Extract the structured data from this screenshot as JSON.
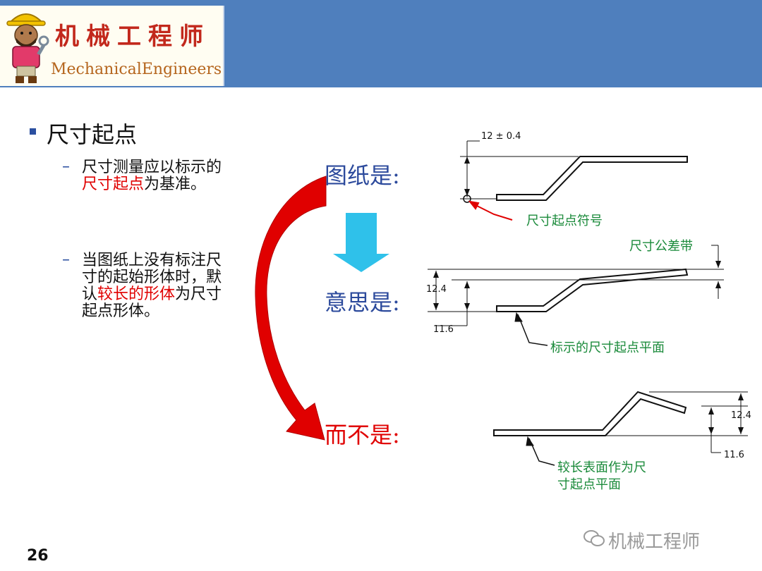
{
  "header": {
    "logo_cn": "机械工程师",
    "logo_en": "MechanicalEngineers"
  },
  "main": {
    "bullet_title": "尺寸起点",
    "sub1_pre": "尺寸测量应以标示的",
    "sub1_hl": "尺寸起点",
    "sub1_post": "为基准。",
    "sub2_pre": "当图纸上没有标注尺寸的起始形体时，默认",
    "sub2_hl": "较长的形体",
    "sub2_post": "为尺寸起点形体。"
  },
  "labels": {
    "drawing_is": "图纸是:",
    "means": "意思是:",
    "not_is": "而不是:"
  },
  "diagram": {
    "d1_tol": "12 ± 0.4",
    "d1_note": "尺寸起点符号",
    "d2_top_note": "尺寸公差带",
    "d2_dim_upper": "12.4",
    "d2_dim_lower": "11.6",
    "d2_note": "标示的尺寸起点平面",
    "d3_dim_upper": "12.4",
    "d3_dim_lower": "11.6",
    "d3_note_line1": "较长表面作为尺",
    "d3_note_line2": "寸起点平面"
  },
  "footer": {
    "page_number": "26",
    "watermark": "机械工程师"
  },
  "colors": {
    "header_blue": "#4f7fbd",
    "title_blue": "#2c4a9c",
    "highlight_red": "#e00000",
    "note_green": "#1a8a3a",
    "arrow_cyan": "#2fc1ea"
  }
}
